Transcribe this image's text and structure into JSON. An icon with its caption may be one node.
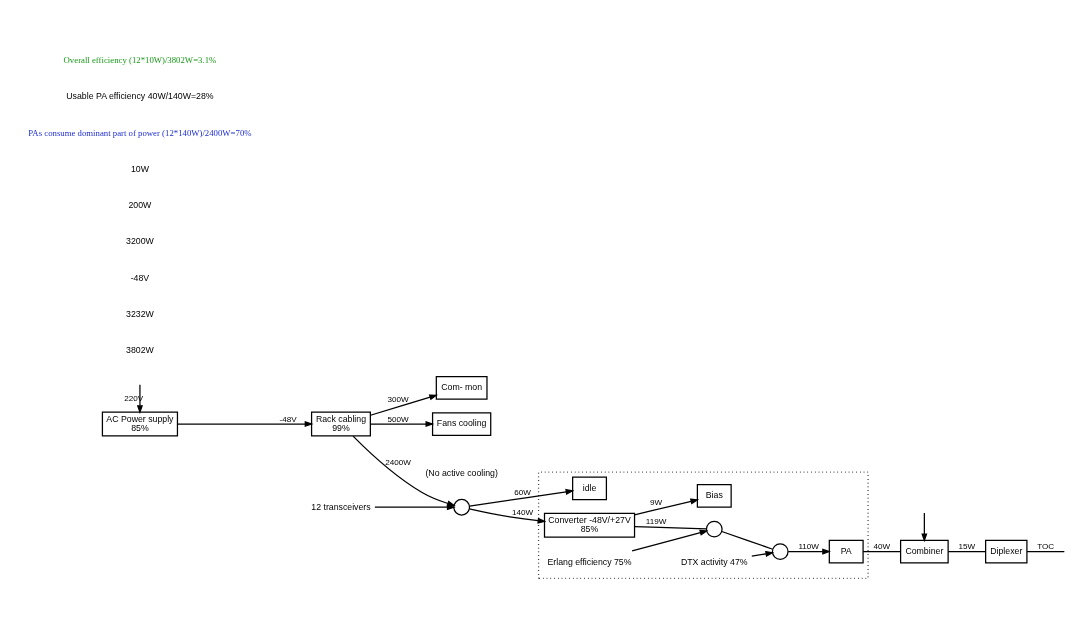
{
  "diagram": {
    "nodes": [
      {
        "text": [
          "AC Power supply",
          "85%"
        ]
      },
      {
        "text": [
          "Rack cabling",
          "99%"
        ]
      },
      {
        "text": [
          "Com- mon"
        ]
      },
      {
        "text": [
          "Fans cooling"
        ],
        "beside": [
          "(No active cooling)"
        ]
      },
      {
        "text": [],
        "shape": "circle"
      },
      {
        "text": [
          "12 transceivers"
        ]
      },
      {
        "text": [],
        "shape": "box"
      },
      {
        "text": [
          "idle"
        ],
        "in": 6
      },
      {
        "text": [
          "Converter -48V/+27V",
          "85%"
        ],
        "in": 6
      },
      {
        "text": [
          "Bias"
        ],
        "in": 6
      },
      {
        "text": [
          "Erlang efficiency 75%"
        ],
        "in": 6
      },
      {
        "text": [],
        "shape": "circle",
        "in": 6
      },
      {
        "text": [
          "DTX activity 47%"
        ],
        "in": 6
      },
      {
        "text": [],
        "shape": "circle",
        "in": 6
      },
      {
        "text": [
          "PA"
        ],
        "in": 6
      },
      {
        "text": [
          "Combiner"
        ]
      },
      {
        "text": [
          "Diplexer"
        ]
      }
    ],
    "edges": [
      {
        "from": null,
        "to": 0,
        "arrow": "to",
        "label": "220V"
      },
      {
        "from": 0,
        "to": 1,
        "arrow": "to",
        "label": "-48V"
      },
      {
        "from": 1,
        "to": 2,
        "arrow": "to",
        "label": "300W"
      },
      {
        "from": 1,
        "to": 3,
        "arrow": "to",
        "label": "500W"
      },
      {
        "from": 1,
        "to": 4,
        "arrow": "to",
        "label": "2400W"
      },
      {
        "from": 5,
        "to": 4,
        "arrow": "to"
      },
      {
        "from": 4,
        "to": 7,
        "arrow": "to",
        "label": "60W"
      },
      {
        "from": 4,
        "to": 8,
        "arrow": "to",
        "label": "140W"
      },
      {
        "from": 8,
        "to": 9,
        "arrow": "to",
        "label": "9W"
      },
      {
        "from": 8,
        "to": 11,
        "arrow": "none",
        "label": "119W"
      },
      {
        "from": 10,
        "to": 11,
        "arrow": "to"
      },
      {
        "from": 11,
        "to": 13,
        "arrow": "none"
      },
      {
        "from": 12,
        "to": 13,
        "arrow": "to"
      },
      {
        "from": 13,
        "to": 14,
        "arrow": "to",
        "label": "110W"
      },
      {
        "from": 14,
        "to": 15,
        "arrow": "none",
        "label": "40W"
      },
      {
        "from": null,
        "to": 15,
        "arrow": "to"
      },
      {
        "from": 15,
        "to": 16,
        "arrow": "none",
        "label": "15W"
      },
      {
        "from": 16,
        "to": null,
        "arrow": "none",
        "label": "TOC"
      }
    ],
    "labels": [
      "3802W",
      "3232W",
      "-48V",
      "3200W",
      "200W",
      "10W",
      "PAs consume dominant part of power (12*140W)/2400W=70%",
      "Usable PA efficiency 40W/140W=28%",
      "Overall efficiency (12*10W)/3802W=3.1%"
    ]
  }
}
